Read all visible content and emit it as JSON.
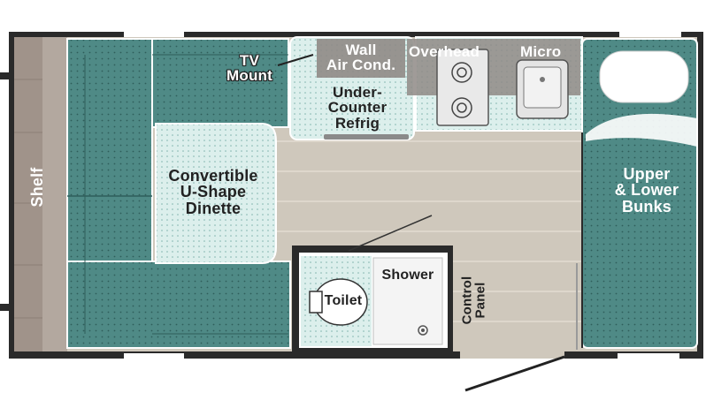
{
  "floorplan": {
    "labels": {
      "shelf": "Shelf",
      "tv_mount": [
        "TV",
        "Mount"
      ],
      "wall_ac": [
        "Wall",
        "Air Cond."
      ],
      "overhead": "Overhead",
      "micro": "Micro",
      "under_counter_refrig": [
        "Under-",
        "Counter",
        "Refrig"
      ],
      "dinette": [
        "Convertible",
        "U-Shape",
        "Dinette"
      ],
      "bunks": [
        "Upper",
        "& Lower",
        "Bunks"
      ],
      "shower": "Shower",
      "toilet": "Toilet",
      "control_panel": [
        "Control",
        "Panel"
      ]
    }
  },
  "colors": {
    "wall": "#2a2a2a",
    "teal_cushion": "#4f8a86",
    "light_teal": "#d8ece9",
    "floor": "#cbc4b8",
    "shelf_wood": "#9c8f86",
    "counter_gray": "#8f8a86"
  }
}
